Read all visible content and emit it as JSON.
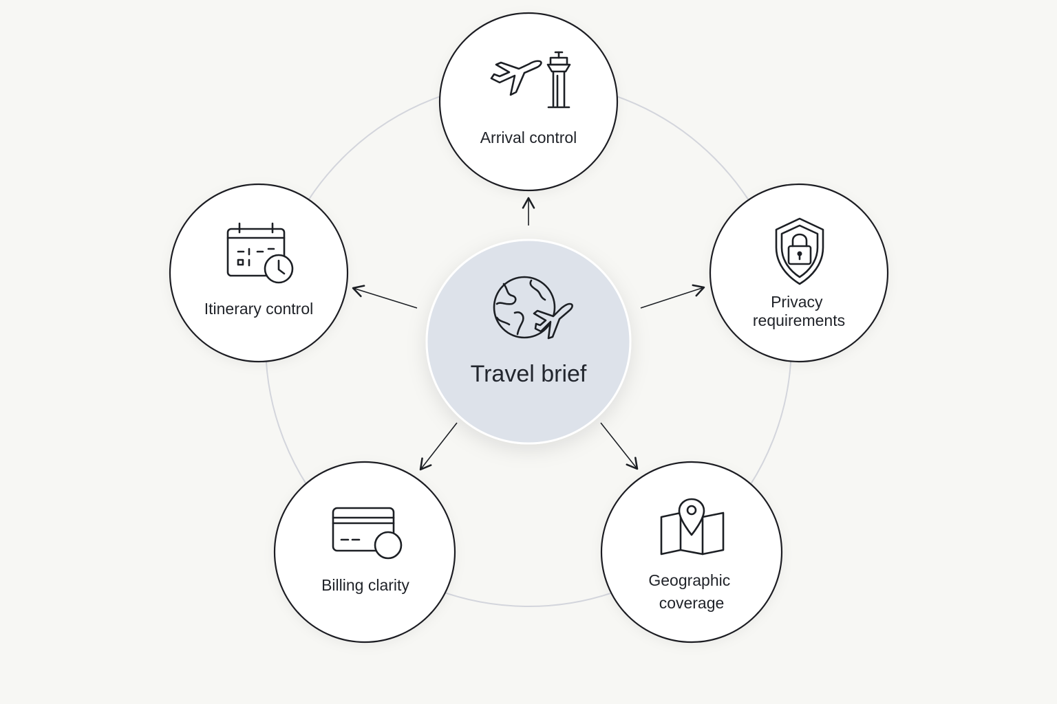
{
  "diagram": {
    "center": {
      "label": "Travel brief",
      "icon": "globe-plane-icon",
      "fill_color": "#dde2ea"
    },
    "nodes": [
      {
        "id": "arrival",
        "lines": [
          "Arrival control"
        ],
        "icon": "plane-control-tower-icon"
      },
      {
        "id": "privacy",
        "lines": [
          "Privacy",
          "requirements"
        ],
        "icon": "shield-lock-icon"
      },
      {
        "id": "geographic",
        "lines": [
          "Geographic",
          "coverage"
        ],
        "icon": "map-pin-icon"
      },
      {
        "id": "billing",
        "lines": [
          "Billing clarity"
        ],
        "icon": "credit-card-icon"
      },
      {
        "id": "itinerary",
        "lines": [
          "Itinerary control"
        ],
        "icon": "calendar-clock-icon"
      }
    ],
    "colors": {
      "background": "#f7f7f4",
      "outline": "#1c1f24",
      "ring": "#d3d5dc"
    }
  }
}
